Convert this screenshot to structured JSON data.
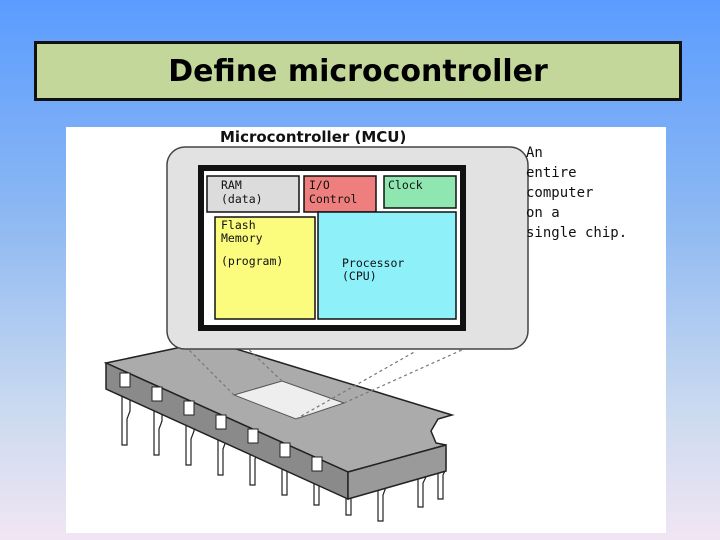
{
  "slide": {
    "title": "Define microcontroller"
  },
  "diagram": {
    "heading": "Microcontroller (MCU)",
    "blocks": {
      "ram": {
        "line1": "RAM",
        "line2": "(data)",
        "color": "#dcdcdc"
      },
      "io": {
        "line1": "I/O",
        "line2": "Control",
        "color": "#ef7f7f"
      },
      "clock": {
        "line1": "Clock",
        "color": "#8fe6b0"
      },
      "flash": {
        "line1": "Flash",
        "line2": "Memory",
        "line3": "(program)",
        "color": "#fbfb7e"
      },
      "processor": {
        "line1": "Processor",
        "line2": "(CPU)",
        "color": "#8ef0f8"
      }
    },
    "side_text": [
      "An",
      "entire",
      "computer",
      "on a",
      "single chip."
    ],
    "colors": {
      "chip_top": "#ababab",
      "chip_side": "#8a8a8a",
      "pin": "#ffffff",
      "outline": "#222222"
    }
  }
}
